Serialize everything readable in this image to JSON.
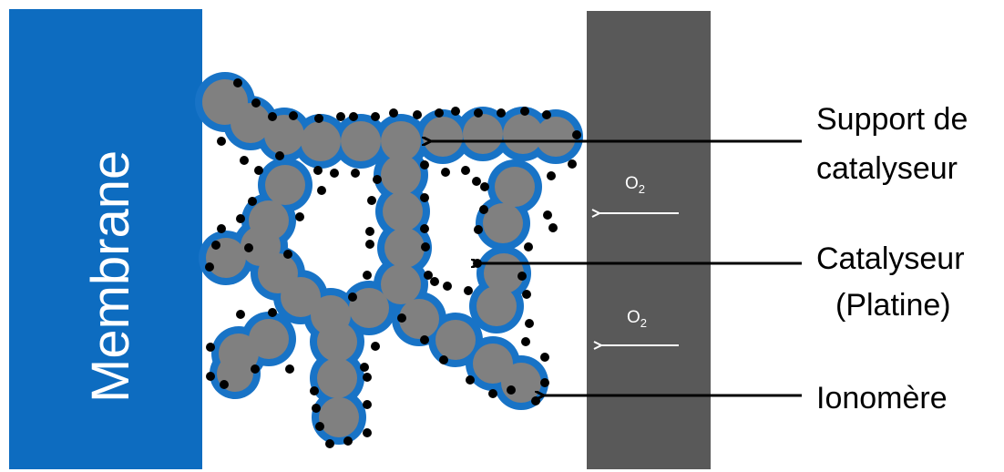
{
  "colors": {
    "membrane": "#0d6cc0",
    "gdl": "#595959",
    "support": "#808080",
    "ionomer": "#1873c6",
    "catalyst": "#000000",
    "o2": "#ffffff",
    "text": "#000000"
  },
  "membrane_label": "Membrane",
  "o2_flows": [
    {
      "letter": "O",
      "subscript": "2"
    },
    {
      "letter": "O",
      "subscript": "2"
    }
  ],
  "labels": {
    "support_line1": "Support de",
    "support_line2": "catalyseur",
    "catalyst_line1": "Catalyseur",
    "catalyst_line2": "(Platine)",
    "ionomer": "Ionomère"
  },
  "icons": {
    "o2_arrow": "arrow-left-icon",
    "pointer_arrow": "arrow-left-icon",
    "catalyst_particle": "dot-icon"
  }
}
